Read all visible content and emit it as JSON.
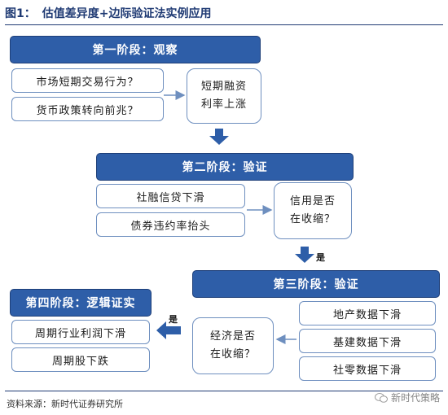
{
  "figure": {
    "label": "图1：",
    "title": "估值差异度+边际验证法实例应用"
  },
  "stage1": {
    "title": "第一阶段：观察",
    "items": [
      "市场短期交易行为？",
      "货币政策转向前兆？"
    ],
    "result_lines": [
      "短期融资",
      "利率上涨"
    ]
  },
  "stage2": {
    "title": "第二阶段：验证",
    "items": [
      "社融信贷下滑",
      "债券违约率抬头"
    ],
    "question_lines": [
      "信用是否",
      "在收缩？"
    ]
  },
  "stage3": {
    "title": "第三阶段：验证",
    "items": [
      "地产数据下滑",
      "基建数据下滑",
      "社零数据下滑"
    ],
    "question_lines": [
      "经济是否",
      "在收缩？"
    ]
  },
  "stage4": {
    "title": "第四阶段：逻辑证实",
    "items": [
      "周期行业利润下滑",
      "周期股下跌"
    ]
  },
  "arrow_labels": {
    "yes_1": "是",
    "yes_2": "是"
  },
  "source": "资料来源：新时代证券研究所",
  "watermark": "新时代策略",
  "colors": {
    "stage_fill": "#2e5ea8",
    "box_border": "#6e8fbf",
    "title_text": "#1f3a73"
  }
}
